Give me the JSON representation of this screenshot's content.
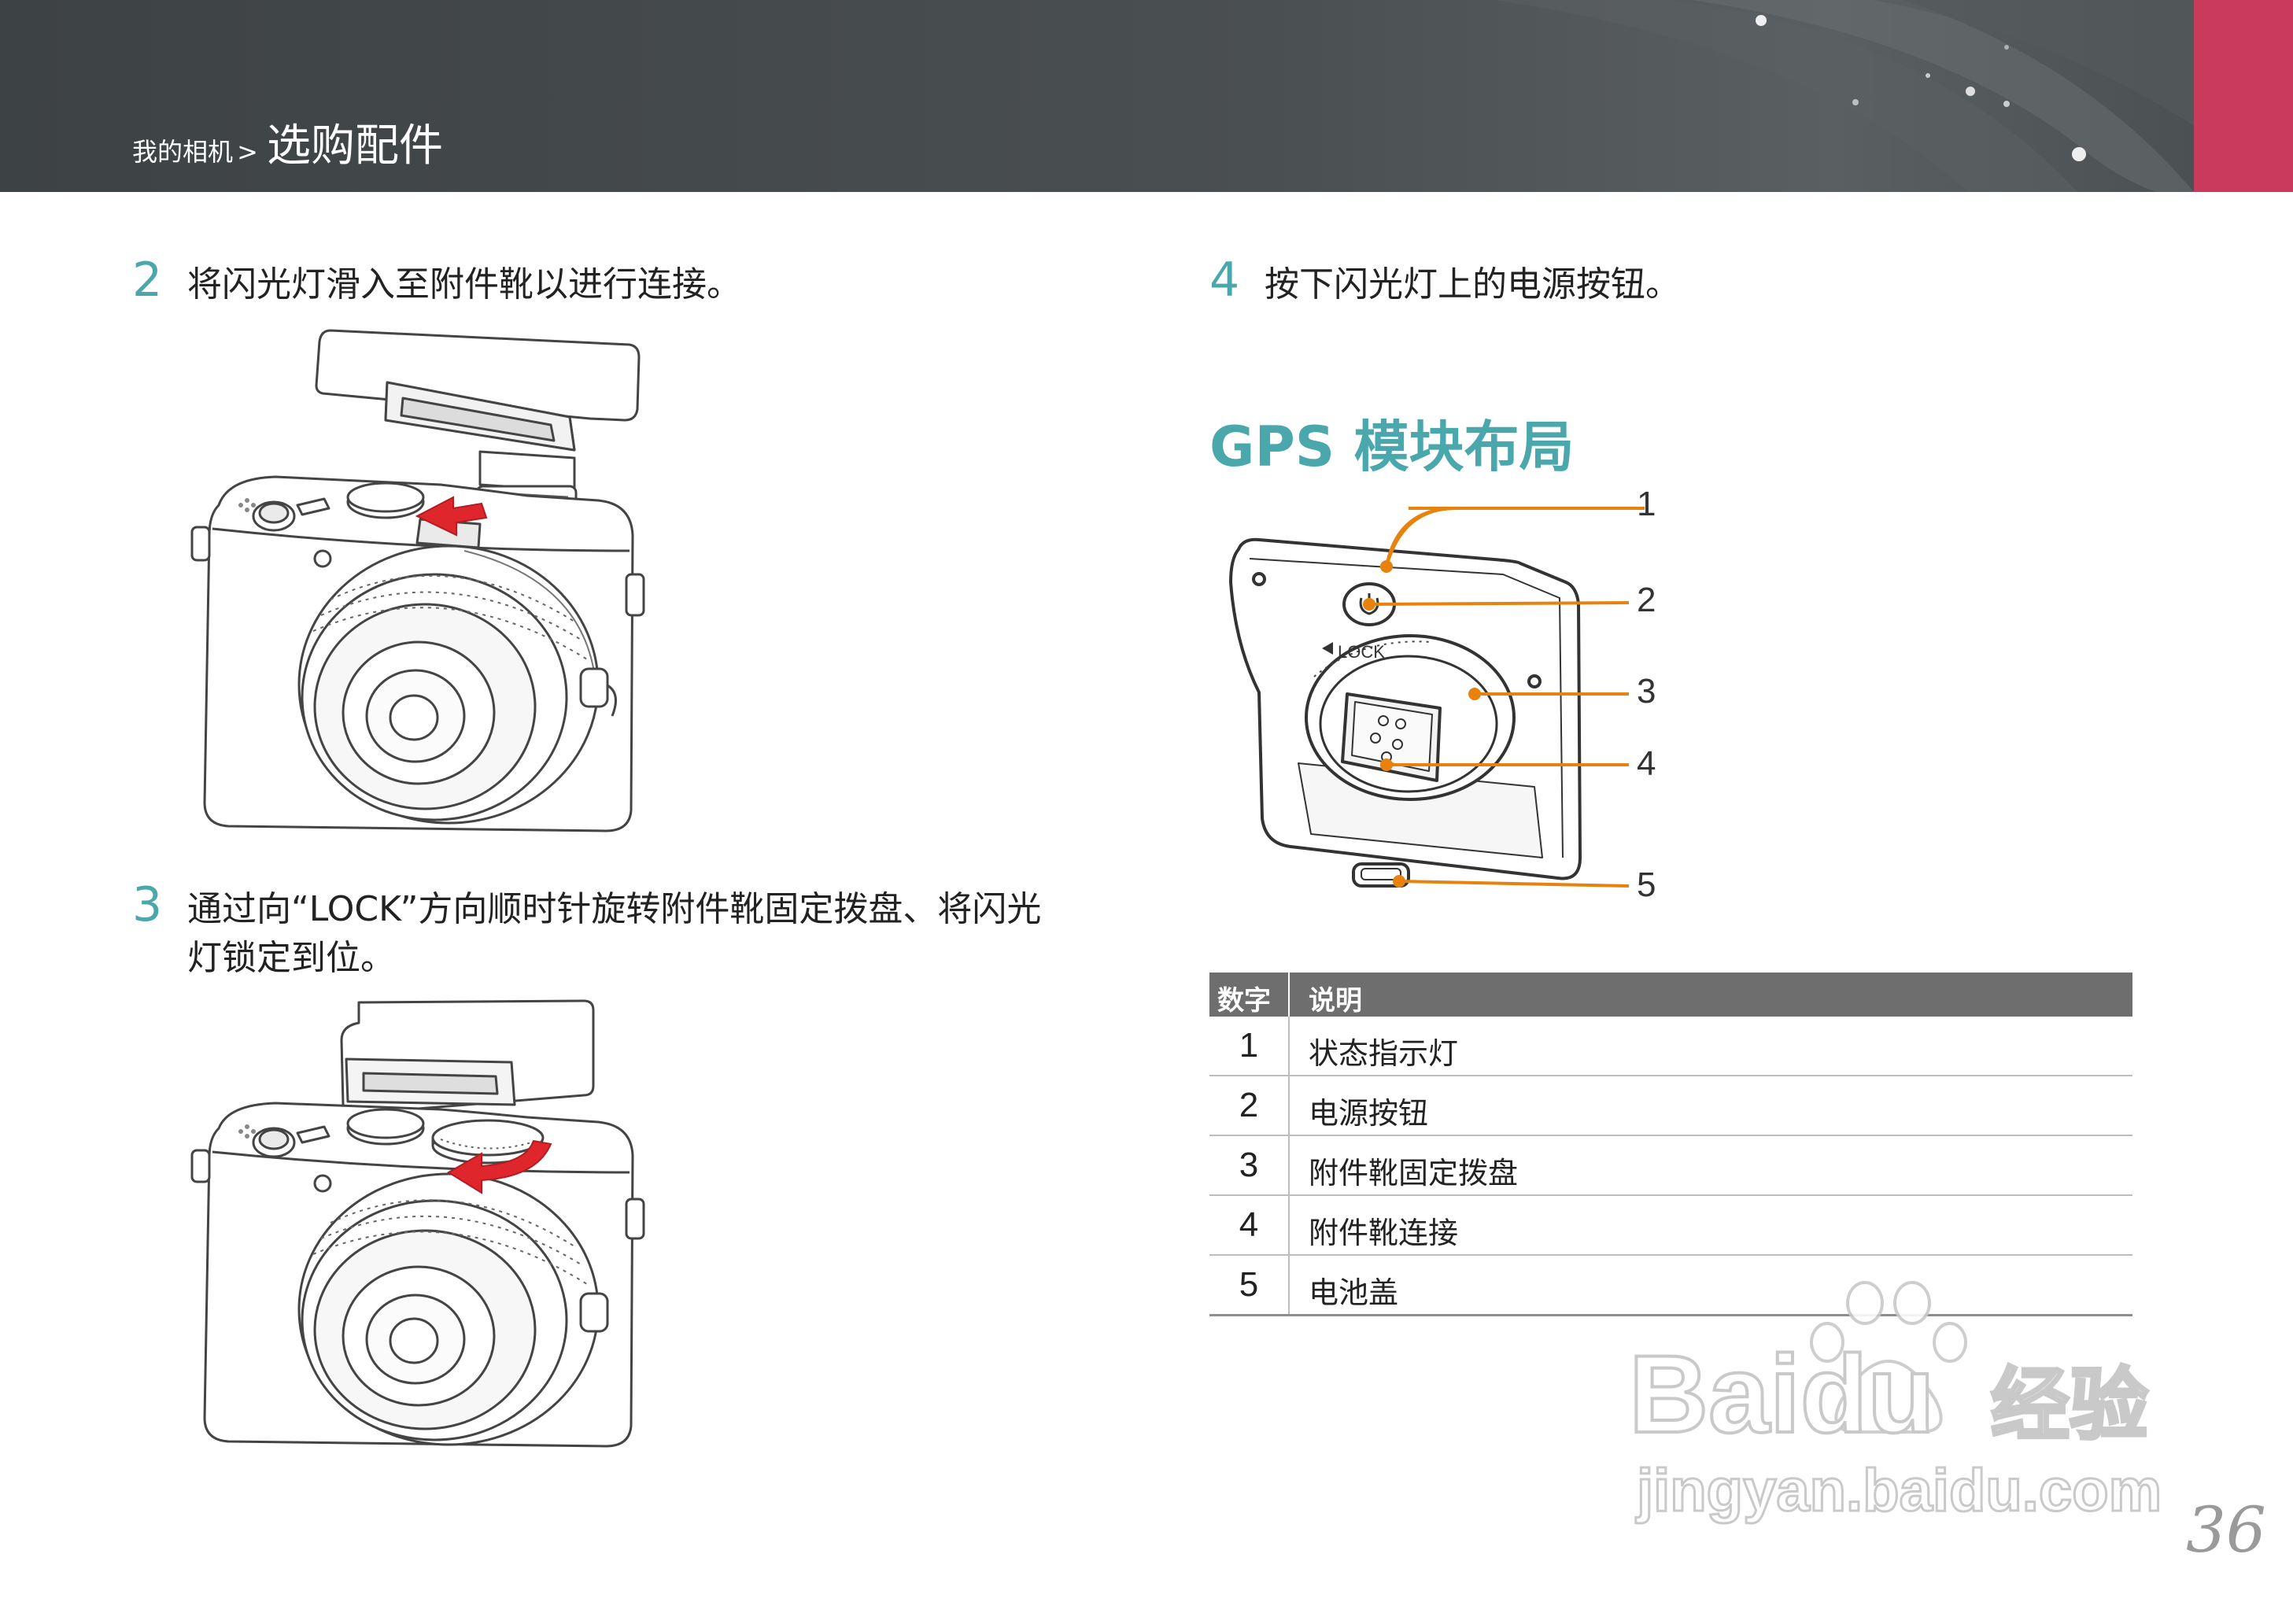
{
  "header": {
    "crumb_parent": "我的相机",
    "crumb_separator": ">",
    "crumb_current": "选购配件",
    "accent_color": "#c93a5c"
  },
  "steps": [
    {
      "number": "2",
      "text": "将闪光灯滑入至附件靴以进行连接。"
    },
    {
      "number": "3",
      "text_line1": "通过向“LOCK”方向顺时针旋转附件靴固定拨盘、将闪光",
      "text_line2": "灯锁定到位。"
    },
    {
      "number": "4",
      "text": "按下闪光灯上的电源按钮。"
    }
  ],
  "gps_section": {
    "title": "GPS 模块布局",
    "figure_label": "LOCK",
    "callouts": [
      "1",
      "2",
      "3",
      "4",
      "5"
    ]
  },
  "table": {
    "header_num": "数字",
    "header_desc": "说明",
    "rows": [
      {
        "num": "1",
        "desc": "状态指示灯"
      },
      {
        "num": "2",
        "desc": "电源按钮"
      },
      {
        "num": "3",
        "desc": "附件靴固定拨盘"
      },
      {
        "num": "4",
        "desc": "附件靴连接"
      },
      {
        "num": "5",
        "desc": "电池盖"
      }
    ]
  },
  "watermark": {
    "brand": "Baidu",
    "brand_suffix": "经验",
    "url": "jingyan.baidu.com"
  },
  "page_number": "36",
  "colors": {
    "teal": "#4aa8ad",
    "orange": "#e8820e",
    "table_header": "#6e6e6e"
  }
}
